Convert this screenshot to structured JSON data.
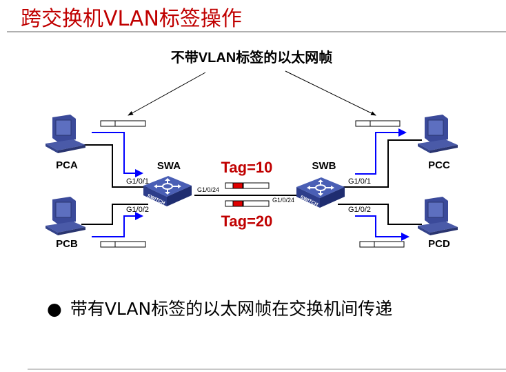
{
  "title": "跨交换机VLAN标签操作",
  "subtitle": "不带VLAN标签的以太网帧",
  "pcs": {
    "a": "PCA",
    "b": "PCB",
    "c": "PCC",
    "d": "PCD"
  },
  "switches": {
    "a": "SWA",
    "b": "SWB",
    "icon_text": "SWITCH"
  },
  "ports": {
    "swa_p1": "G1/0/1",
    "swa_p2": "G1/0/2",
    "swa_trunk": "G1/0/24",
    "swb_trunk": "G1/0/24",
    "swb_p1": "G1/0/1",
    "swb_p2": "G1/0/2"
  },
  "tags": {
    "top": "Tag=10",
    "bottom": "Tag=20"
  },
  "bullet": "带有VLAN标签的以太网帧在交换机间传递",
  "colors": {
    "title": "#c00000",
    "tag": "#c00000",
    "arrow": "#0000ff",
    "device": "#3b4a9a"
  }
}
